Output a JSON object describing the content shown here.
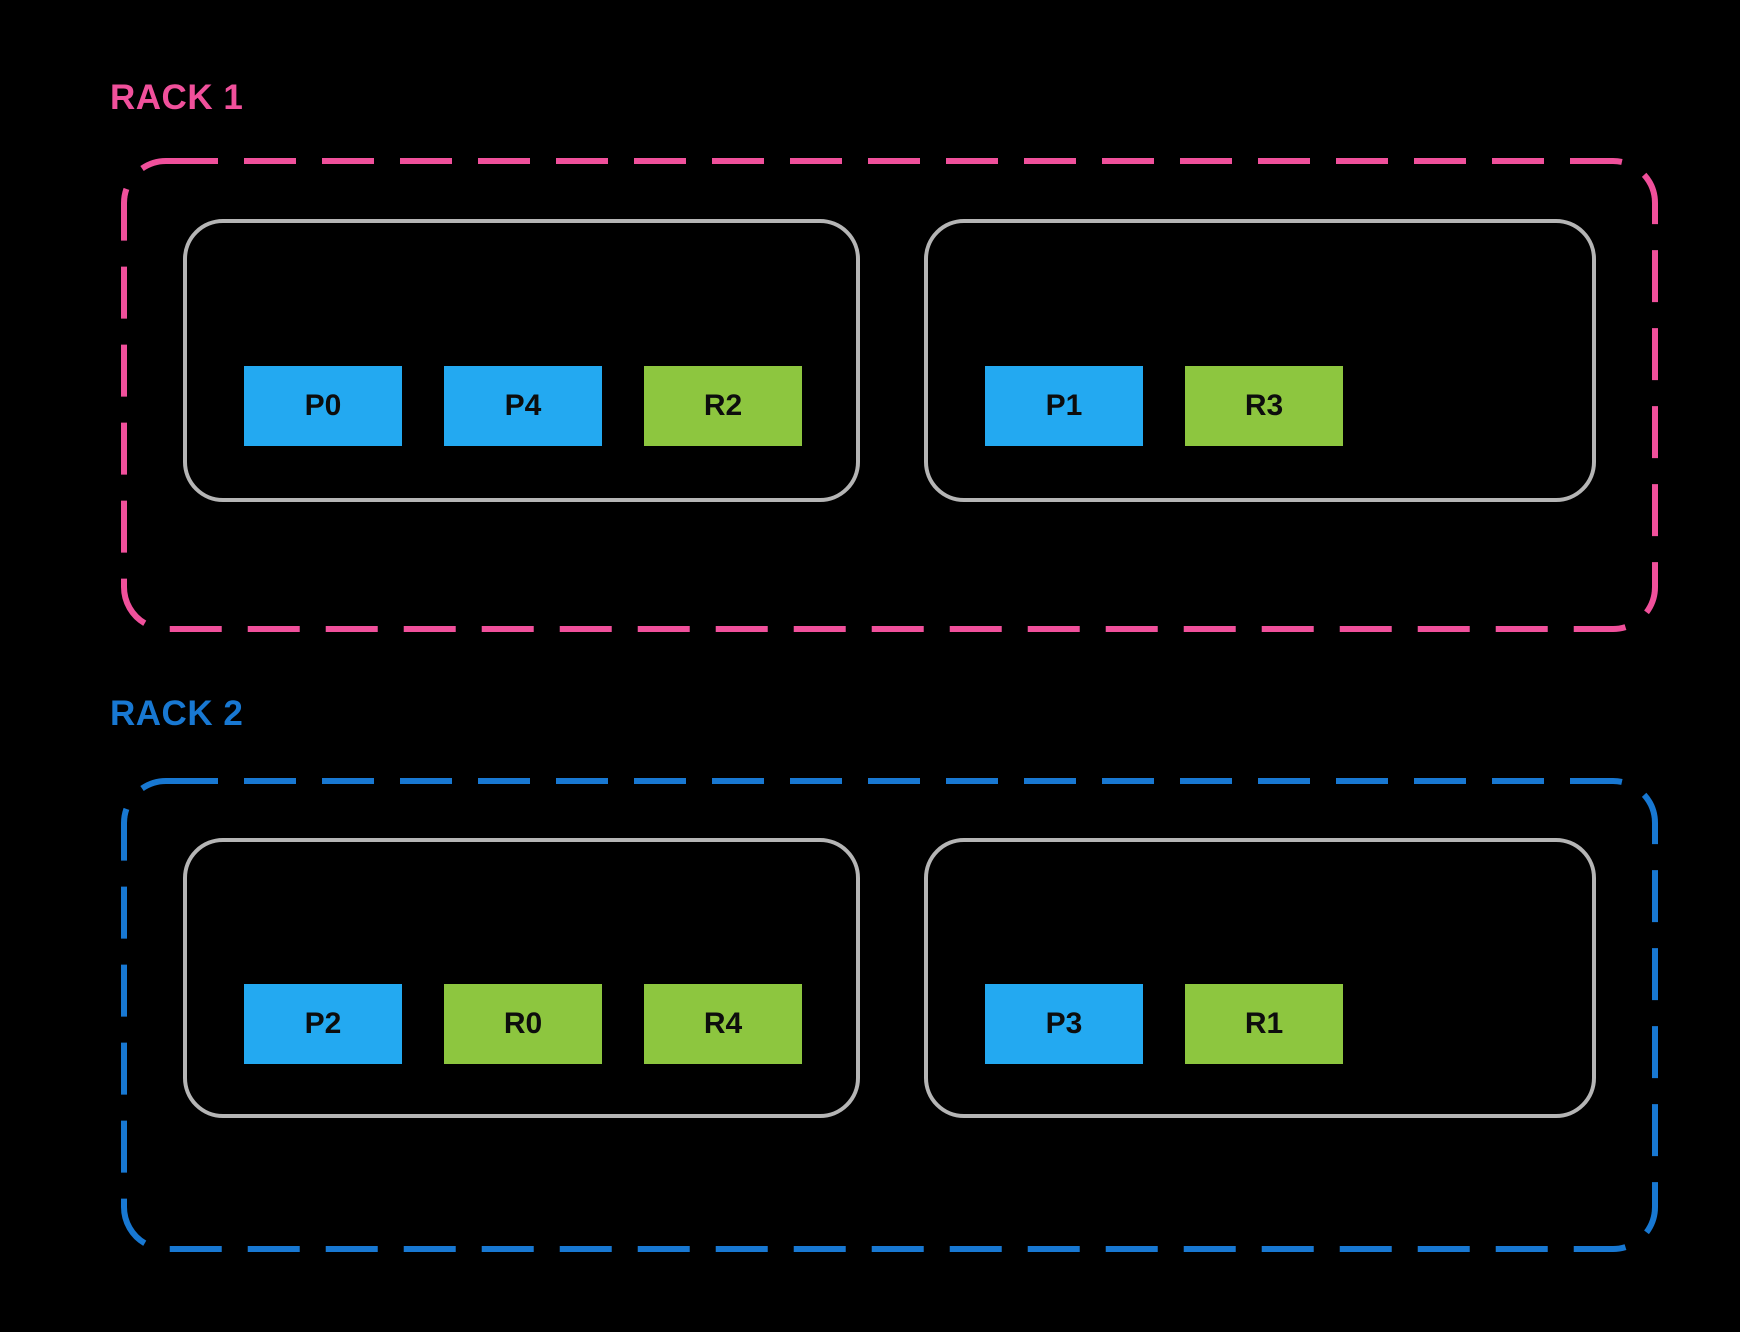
{
  "racks": [
    {
      "label": "RACK 1",
      "hosts": [
        {
          "slots": [
            {
              "label": "P0",
              "type": "primary"
            },
            {
              "label": "P4",
              "type": "primary"
            },
            {
              "label": "R2",
              "type": "replica"
            }
          ]
        },
        {
          "slots": [
            {
              "label": "P1",
              "type": "primary"
            },
            {
              "label": "R3",
              "type": "replica"
            }
          ]
        }
      ]
    },
    {
      "label": "RACK 2",
      "hosts": [
        {
          "slots": [
            {
              "label": "P2",
              "type": "primary"
            },
            {
              "label": "R0",
              "type": "replica"
            },
            {
              "label": "R4",
              "type": "replica"
            }
          ]
        },
        {
          "slots": [
            {
              "label": "P3",
              "type": "primary"
            },
            {
              "label": "R1",
              "type": "replica"
            }
          ]
        }
      ]
    }
  ],
  "colors": {
    "background": "#000000",
    "rack1_accent": "#F0509B",
    "rack2_accent": "#1878D2",
    "host_border": "#B5B5B5",
    "primary_slot": "#23A9F1",
    "replica_slot": "#8DC63F",
    "slot_text": "#0D0D0D"
  }
}
